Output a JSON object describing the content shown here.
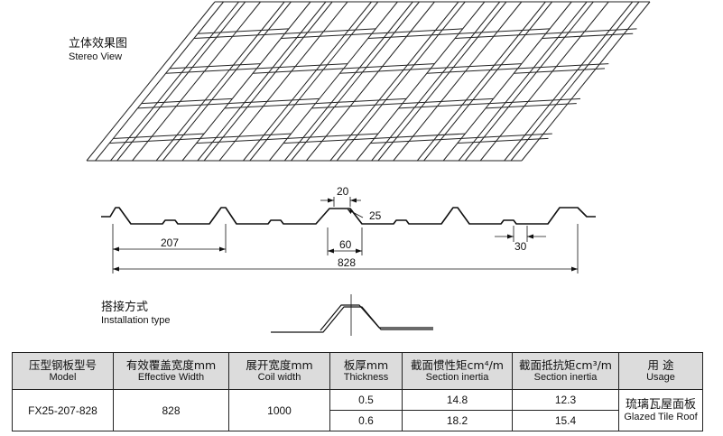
{
  "stereo": {
    "title_zh": "立体效果图",
    "title_en": "Stereo View"
  },
  "profile": {
    "dim_top": "20",
    "dim_slope": "25",
    "dim_pitch": "207",
    "dim_bottom": "60",
    "dim_small": "30",
    "dim_total": "828"
  },
  "install": {
    "title_zh": "搭接方式",
    "title_en": "Installation type"
  },
  "table": {
    "headers": [
      {
        "zh": "压型钢板型号",
        "en": "Model"
      },
      {
        "zh": "有效覆盖宽度mm",
        "en": "Effective Width"
      },
      {
        "zh": "展开宽度mm",
        "en": "Coil width"
      },
      {
        "zh": "板厚mm",
        "en": "Thickness"
      },
      {
        "zh": "截面惯性矩cm⁴/m",
        "en": "Section inertia"
      },
      {
        "zh": "截面抵抗矩cm³/m",
        "en": "Section inertia"
      },
      {
        "zh": "用  途",
        "en": "Usage"
      }
    ],
    "model": "FX25-207-828",
    "effective_width": "828",
    "coil_width": "1000",
    "rows": [
      {
        "thickness": "0.5",
        "inertia": "14.8",
        "modulus": "12.3"
      },
      {
        "thickness": "0.6",
        "inertia": "18.2",
        "modulus": "15.4"
      }
    ],
    "usage_zh": "琉璃瓦屋面板",
    "usage_en": "Glazed Tile Roof"
  }
}
